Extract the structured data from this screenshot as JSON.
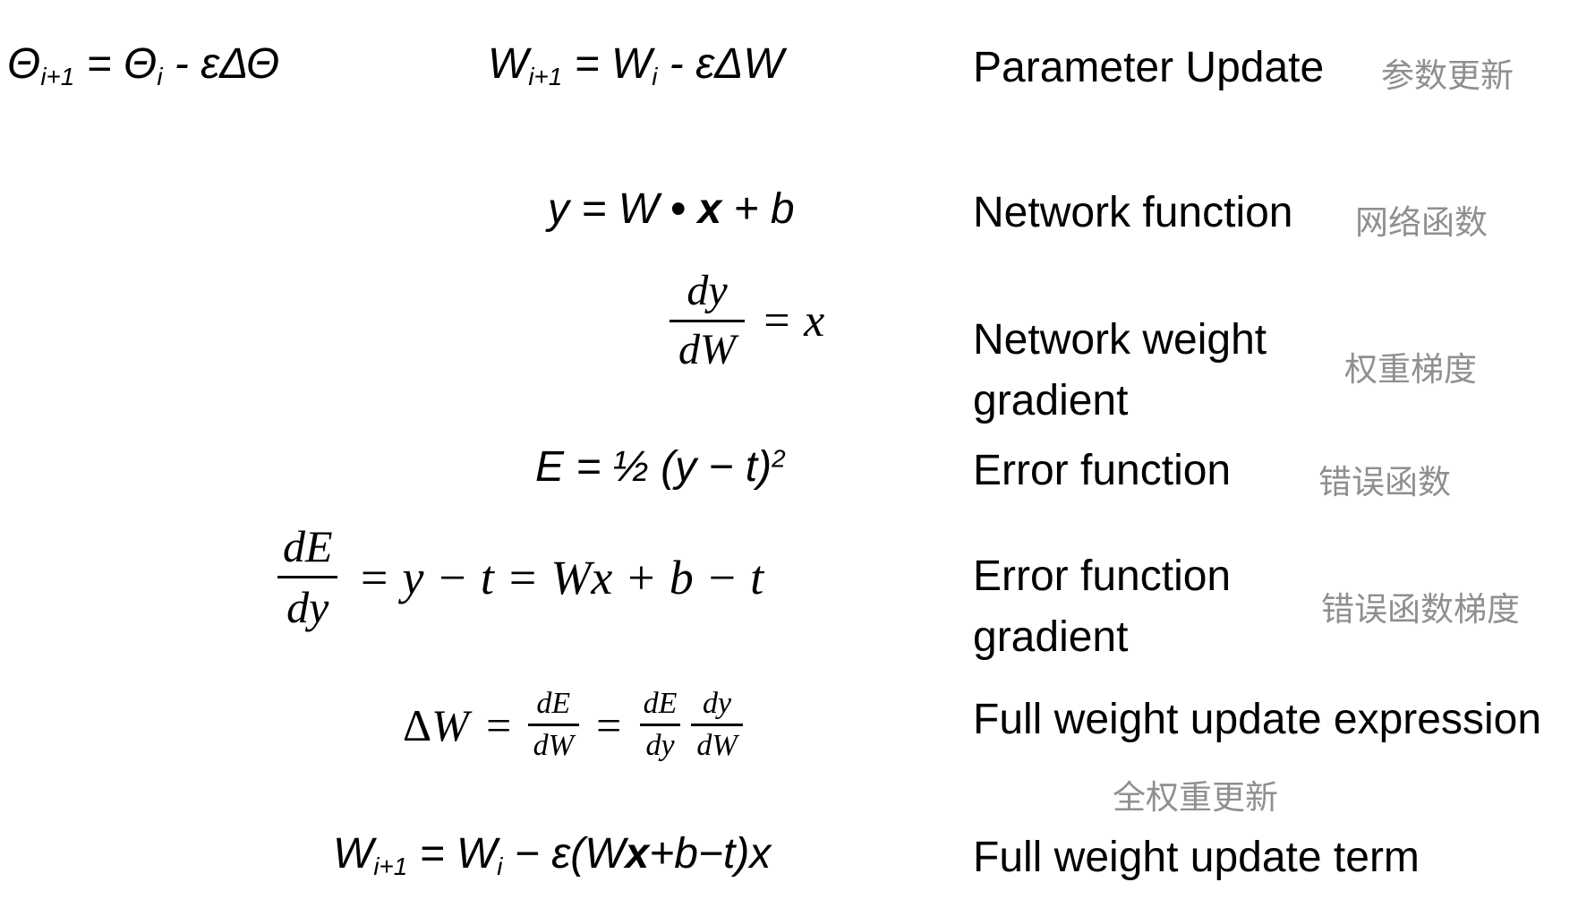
{
  "page": {
    "background": "#ffffff",
    "text_color": "#000000",
    "muted_color": "#8f8f8f"
  },
  "rows": [
    {
      "label_en": "Parameter Update",
      "label_zh": "参数更新",
      "eq_theta": {
        "p1": "Θ",
        "sub1": "i+1",
        "p2": " = Θ",
        "sub2": "i",
        "p3": " - εΔΘ"
      },
      "eq_w": {
        "p1": "W",
        "sub1": "i+1",
        "p2": " = W",
        "sub2": "i",
        "p3": " - εΔW"
      }
    },
    {
      "label_en": "Network function",
      "label_zh": "网络函数",
      "eq": {
        "p1": "y = W",
        "dot": " • ",
        "x": "x",
        "p2": " + b"
      }
    },
    {
      "label_en": "Network weight gradient",
      "label_zh": "权重梯度",
      "eq": {
        "num": "dy",
        "den": "dW",
        "rhs": "= x"
      }
    },
    {
      "label_en": "Error function",
      "label_zh": "错误函数",
      "eq": {
        "p1": "E = ½ (y − t)",
        "sup": "2"
      }
    },
    {
      "label_en": "Error function gradient",
      "label_zh": "错误函数梯度",
      "eq": {
        "num": "dE",
        "den": "dy",
        "rhs": "= y − t = Wx + b − t"
      }
    },
    {
      "label_en": "Full weight update expression",
      "label_zh": "全权重更新",
      "eq": {
        "lead_delta": "Δ",
        "lead_w": "W",
        "eq1": "=",
        "f1": {
          "num": "dE",
          "den": "dW"
        },
        "eq2": "=",
        "f2": {
          "num": "dE",
          "den": "dy"
        },
        "f3": {
          "num": "dy",
          "den": "dW"
        }
      }
    },
    {
      "label_en": "Full weight update term",
      "eq": {
        "p1": "W",
        "sub1": "i+1",
        "p2": " = W",
        "sub2": "i",
        "p3": " − ε(W",
        "x": "x",
        "p4": "+b−t)x"
      }
    }
  ]
}
